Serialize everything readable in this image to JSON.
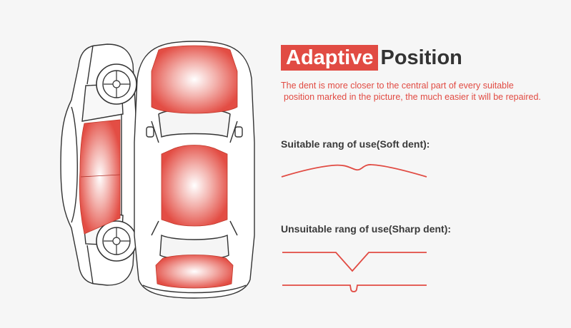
{
  "title": {
    "highlight": "Adaptive",
    "rest": "Position"
  },
  "description": {
    "line1": "The dent is more closer to the central part of every suitable",
    "line2": "position marked in the picture, the much easier it will be repaired."
  },
  "suitable": {
    "label": "Suitable rang of use(Soft dent):"
  },
  "unsuitable": {
    "label": "Unsuitable rang of use(Sharp dent):"
  },
  "colors": {
    "accent": "#e14b43",
    "text": "#333333",
    "background": "#f6f6f6",
    "car_outline": "#333333"
  }
}
